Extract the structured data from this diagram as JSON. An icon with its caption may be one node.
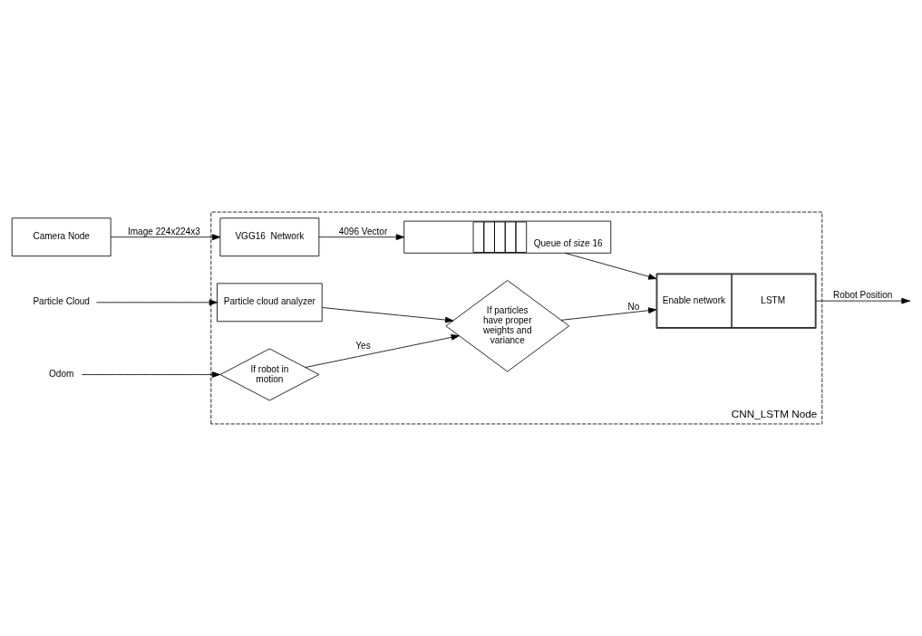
{
  "diagram": {
    "nodes": [
      {
        "text": [
          "Camera Node"
        ]
      },
      {
        "text": [
          "CNN_LSTM Node"
        ]
      },
      {
        "text": [
          "VGG16  Network"
        ],
        "in": 1
      },
      {
        "text": [
          "Queue of size 16"
        ],
        "in": 1
      },
      {
        "text": [
          "Particle Cloud"
        ]
      },
      {
        "text": [
          "Particle cloud analyzer"
        ],
        "in": 1
      },
      {
        "text": [
          "If particles have proper weights and variance"
        ],
        "in": 1
      },
      {
        "text": [
          "Enable network",
          "LSTM"
        ],
        "in": 1
      },
      {
        "text": [
          "Odom"
        ]
      },
      {
        "text": [
          "If robot in motion"
        ],
        "in": 1
      }
    ],
    "edges": [
      {
        "from": 0,
        "to": 2,
        "arrow": "to",
        "label": "Image 224x224x3"
      },
      {
        "from": 2,
        "to": 3,
        "arrow": "to",
        "label": "4096 Vector"
      },
      {
        "from": 3,
        "to": 7,
        "arrow": "to"
      },
      {
        "from": 4,
        "to": 5,
        "arrow": "to"
      },
      {
        "from": 5,
        "to": 6,
        "arrow": "to"
      },
      {
        "from": 6,
        "to": 7,
        "arrow": "to",
        "label": "No"
      },
      {
        "from": 8,
        "to": 9,
        "arrow": "to"
      },
      {
        "from": 9,
        "to": 6,
        "arrow": "to",
        "label": "Yes"
      },
      {
        "from": 7,
        "to": null,
        "arrow": "to",
        "label": "Robot Position"
      }
    ]
  }
}
